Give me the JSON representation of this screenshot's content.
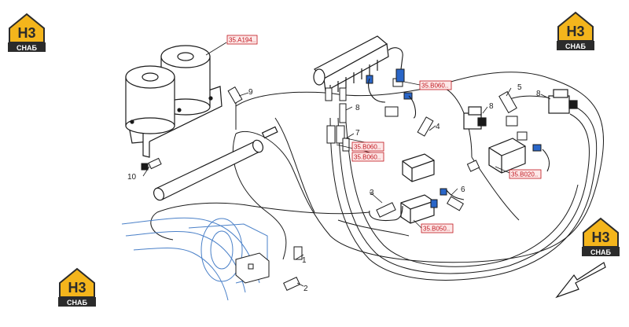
{
  "logo": {
    "mark": "H3",
    "caption": "СНАБ"
  },
  "callouts": {
    "c1": "1",
    "c2": "2",
    "c3": "3",
    "c4": "4",
    "c5": "5",
    "c6": "6",
    "c7": "7",
    "c8a": "8",
    "c8b": "8",
    "c8c": "8",
    "c9": "9",
    "c10": "10"
  },
  "refs": {
    "r_a194": "35.A194..",
    "r_b060_top": "35.B060..",
    "r_b060_mid1": "35.B060..",
    "r_b060_mid2": "35.B060..",
    "r_b020": "35.B020..",
    "r_b050": "35.B050.."
  },
  "colors": {
    "line": "#1a1a1a",
    "ref": "#c0141c",
    "logo_yellow": "#f4b51c",
    "logo_dark": "#2b2b2b",
    "blue": "#2a66c8"
  }
}
